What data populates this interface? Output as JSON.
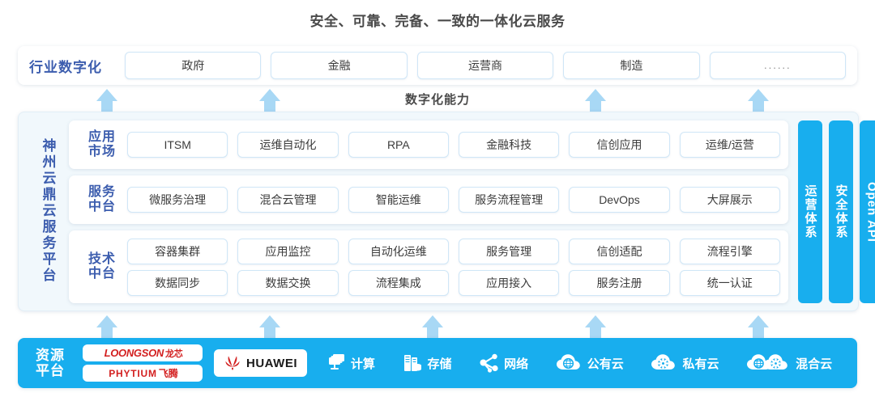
{
  "title": "安全、可靠、完备、一致的一体化云服务",
  "industry": {
    "label": "行业数字化",
    "chips": [
      "政府",
      "金融",
      "运营商",
      "制造",
      "......"
    ]
  },
  "capability": {
    "label": "数字化能力"
  },
  "platform": {
    "brand": "神州云鼎云服务平台",
    "layers": [
      {
        "label_line1": "应用",
        "label_line2": "市场",
        "rows": [
          [
            "ITSM",
            "运维自动化",
            "RPA",
            "金融科技",
            "信创应用",
            "运维/运营"
          ]
        ]
      },
      {
        "label_line1": "服务",
        "label_line2": "中台",
        "rows": [
          [
            "微服务治理",
            "混合云管理",
            "智能运维",
            "服务流程管理",
            "DevOps",
            "大屏展示"
          ]
        ]
      },
      {
        "label_line1": "技术",
        "label_line2": "中台",
        "rows": [
          [
            "容器集群",
            "应用监控",
            "自动化运维",
            "服务管理",
            "信创适配",
            "流程引擎"
          ],
          [
            "数据同步",
            "数据交换",
            "流程集成",
            "应用接入",
            "服务注册",
            "统一认证"
          ]
        ]
      }
    ],
    "pillars": [
      {
        "label": "运营体系"
      },
      {
        "label": "安全体系"
      },
      {
        "label": "Open API"
      }
    ]
  },
  "resource": {
    "label_line1": "资源",
    "label_line2": "平台",
    "logos": [
      {
        "name": "loongson",
        "latin": "LOONGSON",
        "cn": "龙芯"
      },
      {
        "name": "phytium",
        "latin": "PHYTIUM",
        "cn": "飞腾"
      },
      {
        "name": "huawei",
        "latin": "HUAWEI",
        "cn": ""
      }
    ],
    "items": [
      {
        "icon": "compute-icon",
        "text": "计算"
      },
      {
        "icon": "storage-icon",
        "text": "存储"
      },
      {
        "icon": "network-icon",
        "text": "网络"
      },
      {
        "icon": "public-cloud-icon",
        "text": "公有云"
      },
      {
        "icon": "private-cloud-icon",
        "text": "私有云"
      },
      {
        "icon": "hybrid-cloud-icon",
        "text": "混合云"
      }
    ]
  },
  "colors": {
    "accent_blue": "#18aeee",
    "arrow_blue": "#a8d8f5",
    "label_indigo": "#3c5dae",
    "chip_border": "#cfe6f7",
    "panel_bg": "#f1f8fc",
    "logo_red": "#d32020",
    "title_gray": "#4a4a4a"
  }
}
